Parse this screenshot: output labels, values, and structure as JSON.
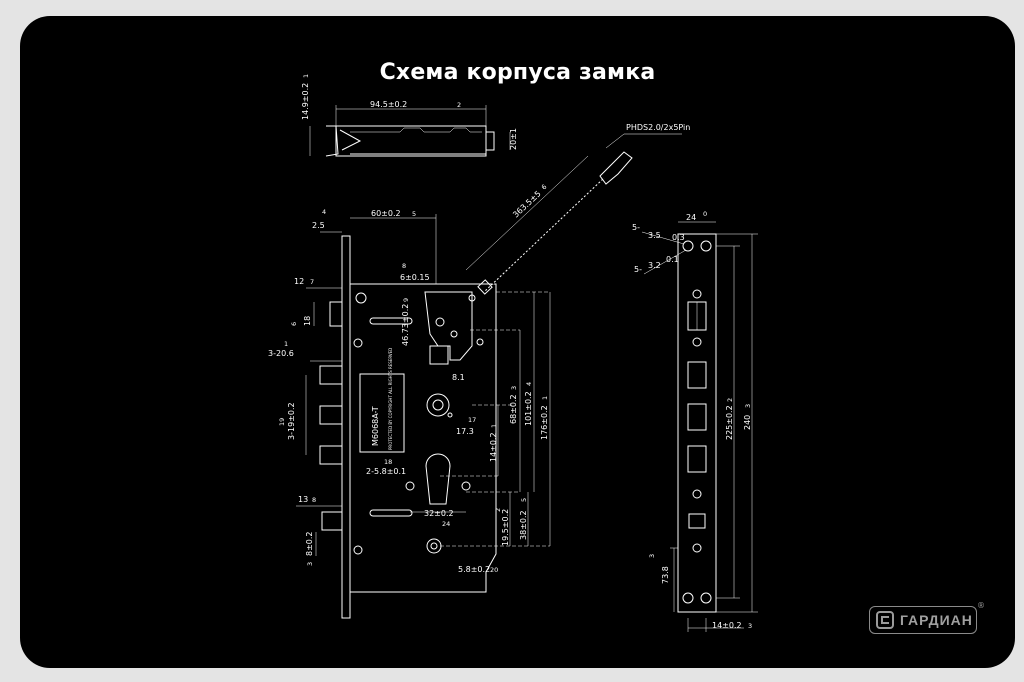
{
  "title": "Схема корпуса замка",
  "brand": {
    "name": "ГАРДИАН",
    "registered": "®",
    "icon": "brand-g-icon"
  },
  "colors": {
    "background": "#000000",
    "outer": "#e4e4e4",
    "lines": "#ffffff",
    "brand": "#9a9a9a"
  },
  "top_view": {
    "length": "94.5±0.2",
    "length_num": "2",
    "thickness": "14.9±0.2",
    "thickness_num": "1",
    "height": "20±1"
  },
  "side_view": {
    "faceplate_offset": "2.5",
    "faceplate_num": "4",
    "backset": "60±0.2",
    "backset_num": "5",
    "latch_width": "12",
    "latch_width_num": "7",
    "latch_height": "18",
    "latch_height_num": "6",
    "bolt_throw": "3-20.6",
    "bolt_throw_num": "1",
    "bolt_pitch": "3-19±0.2",
    "bolt_pitch_label": "19",
    "deadlatch": "13",
    "deadlatch_num": "8",
    "bottom": "8±0.2",
    "bottom_num": "3",
    "square_spindle": "6±0.15",
    "square_num": "8",
    "spindle_offset": "46.73±0.2",
    "spindle_offset_num": "9",
    "spindle_square": "8.1",
    "cylinder_x": "17.3",
    "cylinder_x_num": "17",
    "screws": "2-5.8±0.1",
    "screws_num": "18",
    "cylinder_pitch": "32±0.2",
    "cylinder_pitch_num": "24",
    "bottom_screw": "5.8±0.2",
    "bottom_screw_num": "20",
    "dim_14": "14±0.2",
    "dim_14_num": "1",
    "dim_68": "68±0.2",
    "dim_68_num": "3",
    "dim_101": "101±0.2",
    "dim_101_num": "4",
    "dim_176": "176±0.2",
    "dim_176_num": "1",
    "dim_19_5": "19.5±0.2",
    "dim_19_5_num": "2",
    "dim_38": "38±0.2",
    "dim_38_num": "5",
    "cable_length": "363.5±5",
    "cable_num": "6",
    "connector": "PHDS2.0/2x5Pin",
    "model_plate": "M6068A-T",
    "plate_small": "PROTECTED BY COPYRIGHT ALL RIGHTS RESERVED"
  },
  "front_view": {
    "width": "24",
    "width_num": "0",
    "hole_top": "5-",
    "hole_top_val": "3.5",
    "hole_top_tol": "0.3",
    "hole_low": "5-",
    "hole_low_val": "3.2",
    "hole_low_tol": "0.1",
    "height_225": "225±0.2",
    "height_225_num": "2",
    "height_240": "240",
    "height_240_num": "3",
    "bottom_73_8": "73.8",
    "bottom_73_8_num": "3",
    "base_14": "14±0.2",
    "base_14_num": "3"
  }
}
